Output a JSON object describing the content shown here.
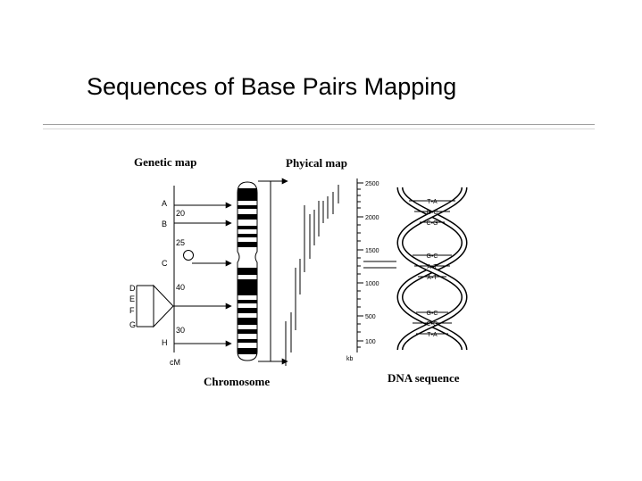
{
  "title": "Sequences of Base Pairs Mapping",
  "labels": {
    "genetic_map": "Genetic map",
    "physical_map": "Phyical map",
    "chromosome": "Chromosome",
    "dna_sequence": "DNA sequence"
  },
  "genetic_map": {
    "loci": [
      "A",
      "B",
      "C",
      "D",
      "E",
      "F",
      "G",
      "H"
    ],
    "distances": [
      "20",
      "25",
      "40",
      "30"
    ],
    "unit": "cM"
  },
  "physical_map": {
    "scale_ticks": [
      "2500",
      "2000",
      "1500",
      "1000",
      "500",
      "100"
    ],
    "unit": "kb"
  },
  "dna_sequence": {
    "base_pairs": [
      "T•A",
      "G•C",
      "C•G",
      "G•C",
      "A•T",
      "A•T",
      "G•C",
      "C•G",
      "T•A"
    ]
  }
}
